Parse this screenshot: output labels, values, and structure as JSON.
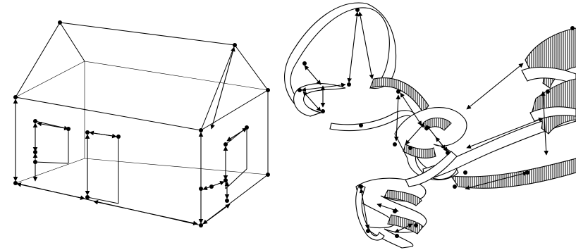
{
  "figure": {
    "panels": [
      {
        "id": "house",
        "kind": "wireframe-house-with-distance-constraints"
      },
      {
        "id": "protein",
        "kind": "protein-ribbon-with-distance-constraints"
      }
    ],
    "colors": {
      "background": "#ffffff",
      "line": "#000000",
      "ribbon_fill": "#ffffff",
      "ribbon_hatch": "#000000"
    }
  }
}
